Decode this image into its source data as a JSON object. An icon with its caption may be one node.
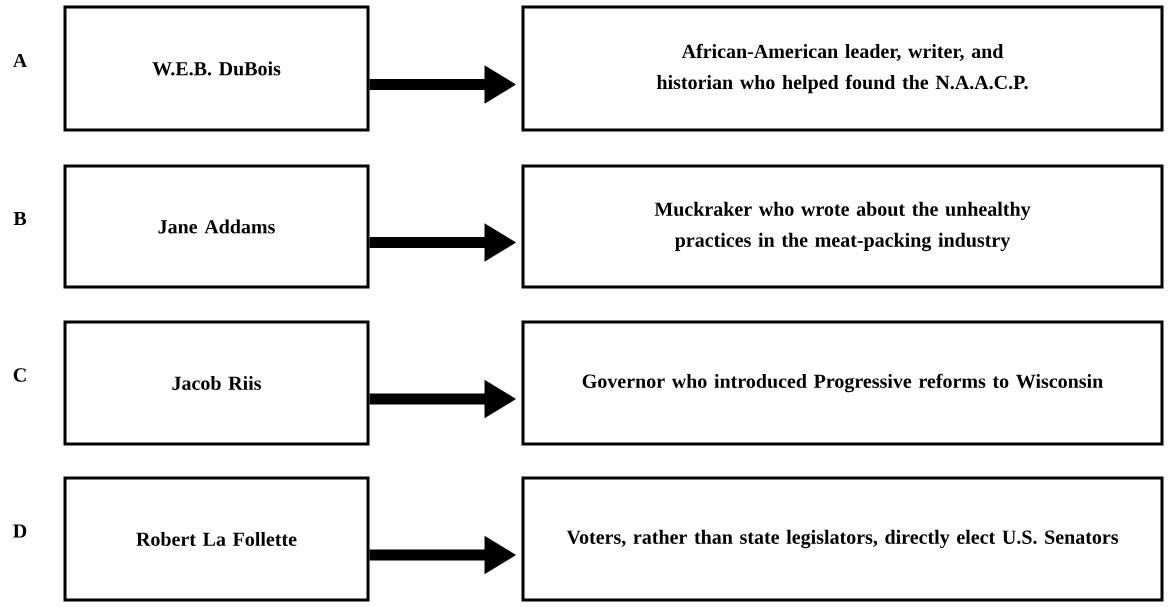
{
  "diagram": {
    "nodes": [
      {
        "text": [
          "W.E.B. DuBois"
        ]
      },
      {
        "text": [
          "African-American leader, writer, and historian who helped found the N.A.A.C.P."
        ]
      },
      {
        "text": [
          "Jane Addams"
        ]
      },
      {
        "text": [
          "Muckraker who wrote about the unhealthy practices in the meat-packing industry"
        ]
      },
      {
        "text": [
          "Jacob Riis"
        ]
      },
      {
        "text": [
          "Governor who introduced Progressive reforms to Wisconsin"
        ]
      },
      {
        "text": [
          "Robert La Follette"
        ]
      },
      {
        "text": [
          "Voters, rather than state legislators, directly elect U.S. Senators"
        ]
      }
    ],
    "edges": [
      {
        "from": 0,
        "to": 1,
        "arrow": "to"
      },
      {
        "from": 2,
        "to": 3,
        "arrow": "to"
      },
      {
        "from": 4,
        "to": 5,
        "arrow": "to"
      },
      {
        "from": 6,
        "to": 7,
        "arrow": "to"
      }
    ],
    "labels": [
      "A",
      "B",
      "C",
      "D"
    ]
  }
}
